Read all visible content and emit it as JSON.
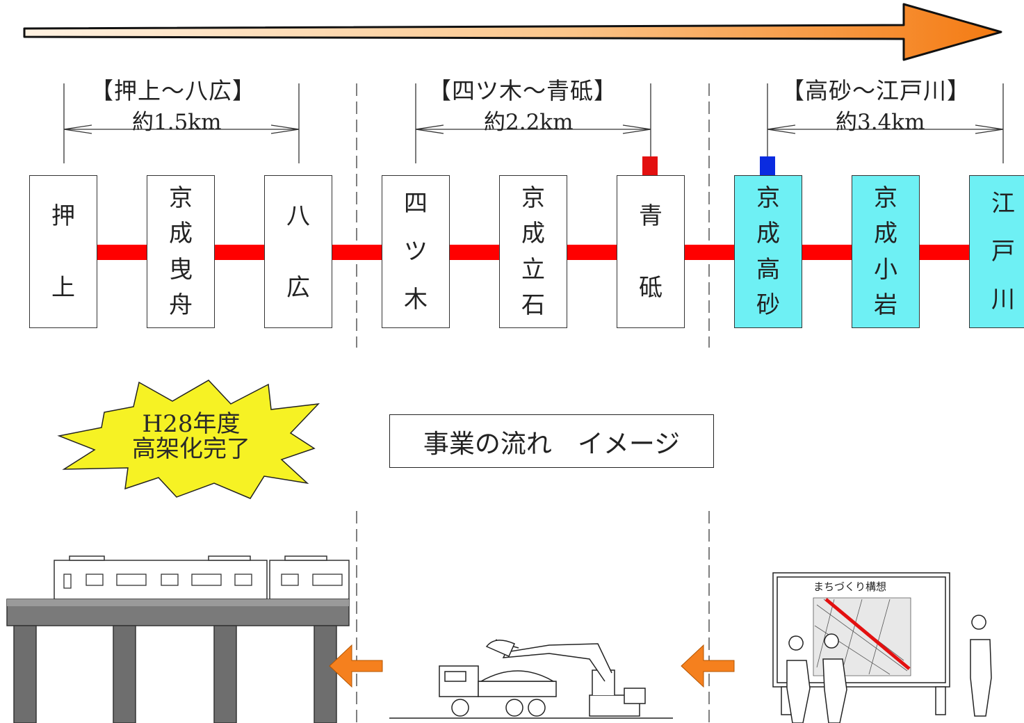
{
  "sections": [
    {
      "title": "【押上～八広】",
      "distance": "約1.5km"
    },
    {
      "title": "【四ツ木～青砥】",
      "distance": "約2.2km"
    },
    {
      "title": "【高砂～江戸川】",
      "distance": "約3.4km"
    }
  ],
  "stations": [
    {
      "chars": [
        "押",
        "上"
      ],
      "highlight": false
    },
    {
      "chars": [
        "京",
        "成",
        "曳",
        "舟"
      ],
      "highlight": false
    },
    {
      "chars": [
        "八",
        "広"
      ],
      "highlight": false
    },
    {
      "chars": [
        "四",
        "ツ",
        "木"
      ],
      "highlight": false
    },
    {
      "chars": [
        "京",
        "成",
        "立",
        "石"
      ],
      "highlight": false
    },
    {
      "chars": [
        "青",
        "砥"
      ],
      "highlight": false
    },
    {
      "chars": [
        "京",
        "成",
        "高",
        "砂"
      ],
      "highlight": true
    },
    {
      "chars": [
        "京",
        "成",
        "小",
        "岩"
      ],
      "highlight": true
    },
    {
      "chars": [
        "江",
        "戸",
        "川"
      ],
      "highlight": true
    }
  ],
  "badge": {
    "line1": "H28年度",
    "line2": "高架化完了"
  },
  "center_title": "事業の流れ　イメージ",
  "map_board_title": "まちづくり構想",
  "colors": {
    "track": "#ff0000",
    "station_highlight": "#6ef0f4",
    "arrow": "#f5801e",
    "marker_red": "#e31010",
    "marker_blue": "#0a2be0",
    "burst": "#f6f224"
  }
}
